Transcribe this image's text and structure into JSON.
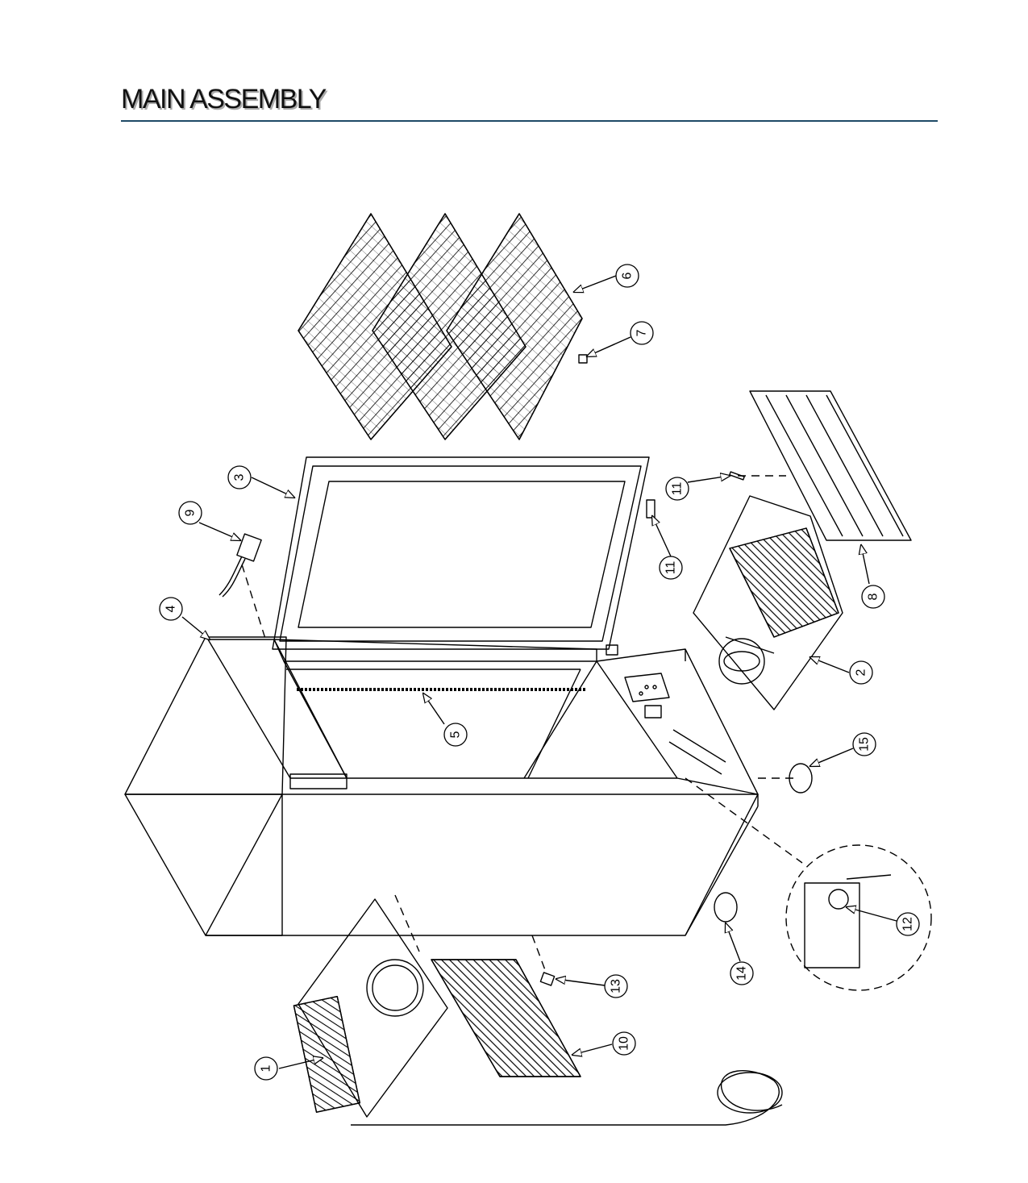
{
  "page": {
    "title": "MAIN ASSEMBLY"
  },
  "callouts": [
    {
      "id": 1,
      "label": "1"
    },
    {
      "id": 2,
      "label": "2"
    },
    {
      "id": 3,
      "label": "3"
    },
    {
      "id": 4,
      "label": "4"
    },
    {
      "id": 5,
      "label": "5"
    },
    {
      "id": 6,
      "label": "6"
    },
    {
      "id": 7,
      "label": "7"
    },
    {
      "id": 8,
      "label": "8"
    },
    {
      "id": 9,
      "label": "9"
    },
    {
      "id": 10,
      "label": "10"
    },
    {
      "id": 11,
      "label": "11"
    },
    {
      "id": 12,
      "label": "11"
    },
    {
      "id": 13,
      "label": "12"
    },
    {
      "id": 14,
      "label": "13"
    },
    {
      "id": 15,
      "label": "14"
    },
    {
      "id": 16,
      "label": "15"
    }
  ],
  "colors": {
    "rule": "#1e4a66",
    "line": "#000000"
  }
}
